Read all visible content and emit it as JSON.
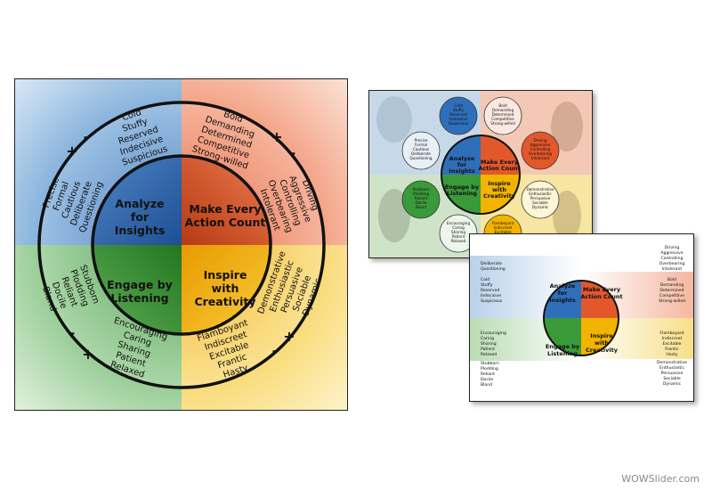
{
  "quadrants": {
    "analyze": {
      "title1": "Analyze",
      "title2": "for",
      "title3": "Insights",
      "color": "#2f6fba"
    },
    "action": {
      "title1": "Make Every",
      "title2": "Action Count",
      "color": "#e2572b"
    },
    "engage": {
      "title1": "Engage by",
      "title2": "Listening",
      "color": "#3a9a3a"
    },
    "inspire": {
      "title1": "Inspire",
      "title2": "with",
      "title3": "Creativity",
      "color": "#f2b400"
    }
  },
  "traits": {
    "blue_over": [
      "Cold",
      "Stuffy",
      "Reserved",
      "Indecisive",
      "Suspicious"
    ],
    "blue_pos": [
      "Precise",
      "Formal",
      "Cautious",
      "Deliberate",
      "Questioning"
    ],
    "red_pos": [
      "Bold",
      "Demanding",
      "Determined",
      "Competitive",
      "Strong-willed"
    ],
    "red_over": [
      "Driving",
      "Aggressive",
      "Controlling",
      "Overbearing",
      "Intolerant"
    ],
    "green_over": [
      "Stubborn",
      "Plodding",
      "Reliant",
      "Docile",
      "Bland"
    ],
    "green_pos": [
      "Encouraging",
      "Caring",
      "Sharing",
      "Patient",
      "Relaxed"
    ],
    "yellow_over": [
      "Flamboyant",
      "Indiscreet",
      "Excitable",
      "Frantic",
      "Hasty"
    ],
    "yellow_pos": [
      "Demonstrative",
      "Enthusiastic",
      "Persuasive",
      "Sociable",
      "Dynamic"
    ]
  },
  "signs": {
    "plus": "+",
    "minus": "-"
  },
  "watermark": "WOWSlider.com"
}
